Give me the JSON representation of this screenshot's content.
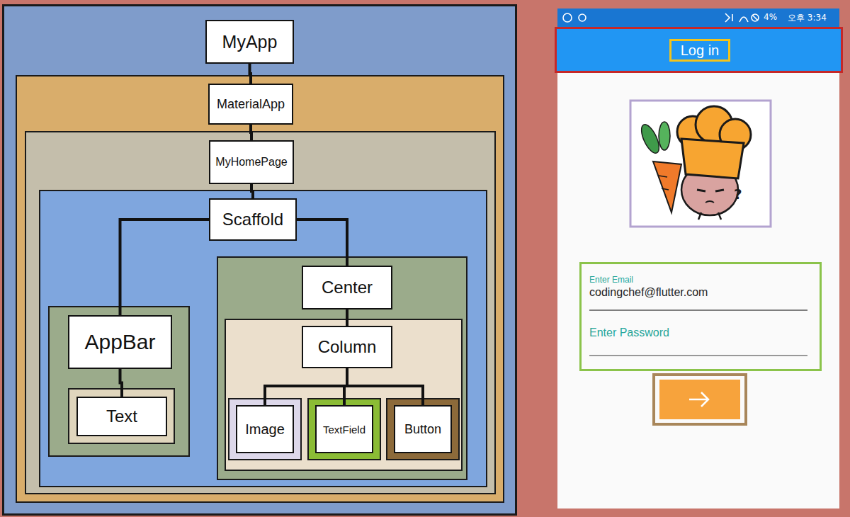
{
  "diagram": {
    "nodes": [
      {
        "text": [
          "MyApp"
        ]
      },
      {
        "text": [
          "MaterialApp"
        ],
        "in": 0
      },
      {
        "text": [
          "MyHomePage"
        ],
        "in": 1
      },
      {
        "text": [
          "Scaffold"
        ],
        "in": 2
      },
      {
        "text": [
          "AppBar"
        ],
        "in": 3
      },
      {
        "text": [
          "Text"
        ],
        "in": 4
      },
      {
        "text": [
          "Center"
        ],
        "in": 3
      },
      {
        "text": [
          "Column"
        ],
        "in": 6
      },
      {
        "text": [
          "Image"
        ],
        "in": 7
      },
      {
        "text": [
          "TextField"
        ],
        "in": 7
      },
      {
        "text": [
          "Button"
        ],
        "in": 7
      },
      {
        "text": [
          "Log in"
        ]
      },
      {
        "text": [
          "Enter Email",
          "codingchef@flutter.com",
          "Enter Password"
        ]
      }
    ],
    "edges": [
      {
        "from": 0,
        "to": 1,
        "arrow": "none"
      },
      {
        "from": 1,
        "to": 2,
        "arrow": "none"
      },
      {
        "from": 2,
        "to": 3,
        "arrow": "none"
      },
      {
        "from": 3,
        "to": 4,
        "arrow": "none"
      },
      {
        "from": 3,
        "to": 6,
        "arrow": "none"
      },
      {
        "from": 4,
        "to": 5,
        "arrow": "none"
      },
      {
        "from": 6,
        "to": 7,
        "arrow": "none"
      },
      {
        "from": 7,
        "to": 8,
        "arrow": "none"
      },
      {
        "from": 7,
        "to": 9,
        "arrow": "none"
      },
      {
        "from": 7,
        "to": 10,
        "arrow": "none"
      }
    ],
    "labels": [
      "4%",
      "오후 3:34",
      "?"
    ]
  }
}
